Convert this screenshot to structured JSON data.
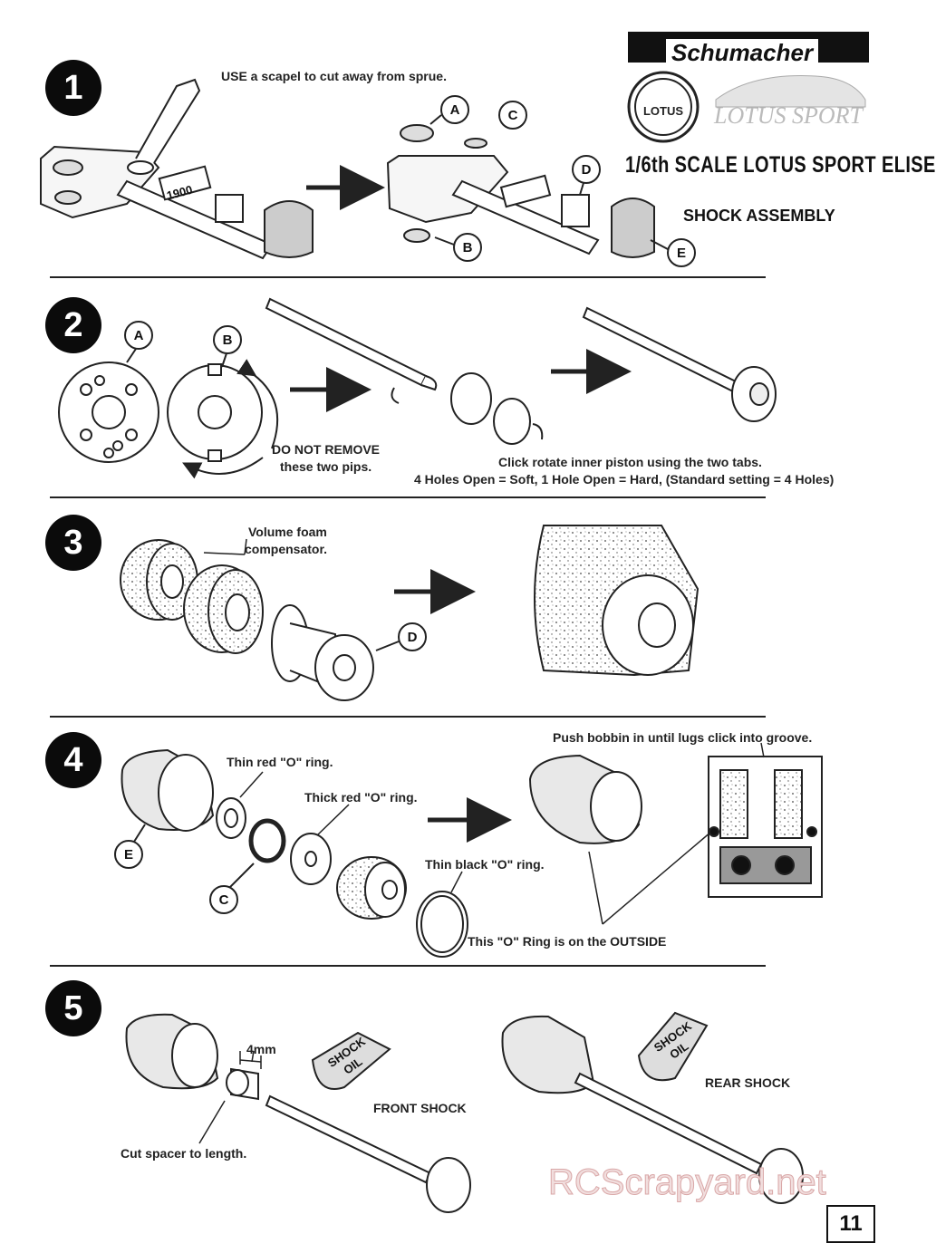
{
  "header": {
    "brand": "Schumacher",
    "lotus_badge": "LOTUS",
    "lotus_sport": "LOTUS SPORT",
    "subtitle": "1/6th SCALE LOTUS SPORT ELISE",
    "section_title": "SHOCK ASSEMBLY"
  },
  "steps": [
    {
      "number": "1",
      "instruction": "USE a scapel to cut away from sprue.",
      "sprue_number": "1900",
      "parts": [
        "A",
        "B",
        "C",
        "D",
        "E"
      ]
    },
    {
      "number": "2",
      "parts": [
        "A",
        "B"
      ],
      "warning": "DO NOT REMOVE",
      "warning2": "these two pips.",
      "note1": "Click rotate inner piston using the two tabs.",
      "note2": "4 Holes Open = Soft, 1 Hole Open = Hard, (Standard setting = 4 Holes)"
    },
    {
      "number": "3",
      "foam_label1": "Volume foam",
      "foam_label2": "compensator.",
      "part": "D"
    },
    {
      "number": "4",
      "thin_red": "Thin red \"O\" ring.",
      "thick_red": "Thick red \"O\" ring.",
      "thin_black": "Thin black \"O\" ring.",
      "outside_note": "This \"O\" Ring is on the OUTSIDE",
      "push_note": "Push bobbin in until lugs click into groove.",
      "parts": [
        "E",
        "C"
      ]
    },
    {
      "number": "5",
      "spacer_size": "4mm",
      "spacer_note": "Cut spacer to length.",
      "front": "FRONT SHOCK",
      "rear": "REAR SHOCK",
      "oil_label1": "SHOCK",
      "oil_label2": "OIL"
    }
  ],
  "watermark": "RCScrapyard.net",
  "page_number": "11"
}
